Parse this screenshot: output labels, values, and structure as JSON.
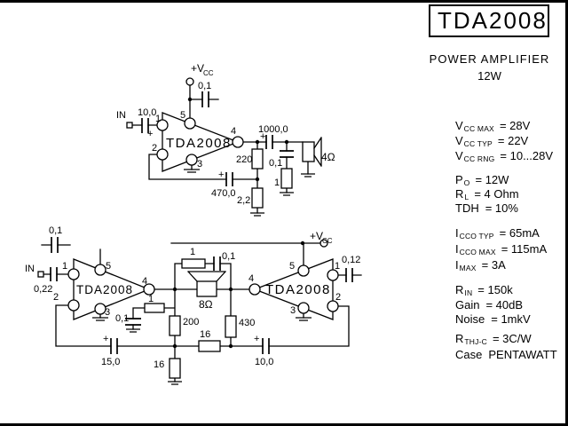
{
  "title_block": {
    "part": "TDA2008",
    "subtitle": "POWER AMPLIFIER",
    "power": "12W"
  },
  "specs": [
    {
      "main": "V",
      "sub": "CC MAX",
      "value": "= 28V"
    },
    {
      "main": "V",
      "sub": "CC TYP",
      "value": "= 22V"
    },
    {
      "main": "V",
      "sub": "CC RNG",
      "value": "= 10...28V"
    },
    {
      "main": "P",
      "sub": "O",
      "value": "= 12W"
    },
    {
      "main": "R",
      "sub": "L",
      "value": "= 4 Ohm"
    },
    {
      "main": "TDH",
      "sub": "",
      "value": "= 10%"
    },
    {
      "main": "I",
      "sub": "CCO TYP",
      "value": "= 65mA"
    },
    {
      "main": "I",
      "sub": "CCO MAX",
      "value": "= 115mA"
    },
    {
      "main": "I",
      "sub": "MAX",
      "value": "= 3A"
    },
    {
      "main": "R",
      "sub": "IN",
      "value": "= 150k"
    },
    {
      "main": "Gain",
      "sub": "",
      "value": "= 40dB"
    },
    {
      "main": "Noise",
      "sub": "",
      "value": "= 1mkV"
    },
    {
      "main": "R",
      "sub": "THJ-C",
      "value": "= 3C/W"
    },
    {
      "main": "Case",
      "sub": "",
      "value": "PENTAWATT"
    }
  ],
  "single_amp": {
    "in_label": "IN",
    "input_cap": "10,0",
    "plus": "+",
    "vcc_main": "+V",
    "vcc_sub": "CC",
    "vcc_cap": "0,1",
    "chip": "TDA2008",
    "pin1": "1",
    "pin2": "2",
    "pin3": "3",
    "pin4": "4",
    "pin5": "5",
    "output_cap": "1000,0",
    "fb_res_top": "220",
    "fb_res_bottom": "2,2",
    "fb_cap": "470,0",
    "snub_cap": "0,1",
    "snub_res": "1",
    "speaker": "4Ω"
  },
  "bridge_amp": {
    "decouple_cap": "0,1",
    "in_label": "IN",
    "input_cap": "0,22",
    "plus": "+",
    "chip_left": "TDA2008",
    "chip_right": "TDA2008",
    "left_pins": {
      "p1": "1",
      "p2": "2",
      "p3": "3",
      "p4": "4",
      "p5": "5"
    },
    "right_pins": {
      "p1": "1",
      "p2": "2",
      "p3": "3",
      "p4": "4",
      "p5": "5"
    },
    "vcc_main": "+V",
    "vcc_sub": "CC",
    "bridge_res": "1",
    "bridge_cap": "0,1",
    "speaker": "8Ω",
    "snub_res": "1",
    "snub_cap": "0,1",
    "fb_res_left": "200",
    "fb_res_right": "430",
    "gnd_res": "16",
    "link_res": "16",
    "fb_cap_left": "15,0",
    "fb_cap_right": "10,0",
    "right_input_cap": "0,12"
  }
}
